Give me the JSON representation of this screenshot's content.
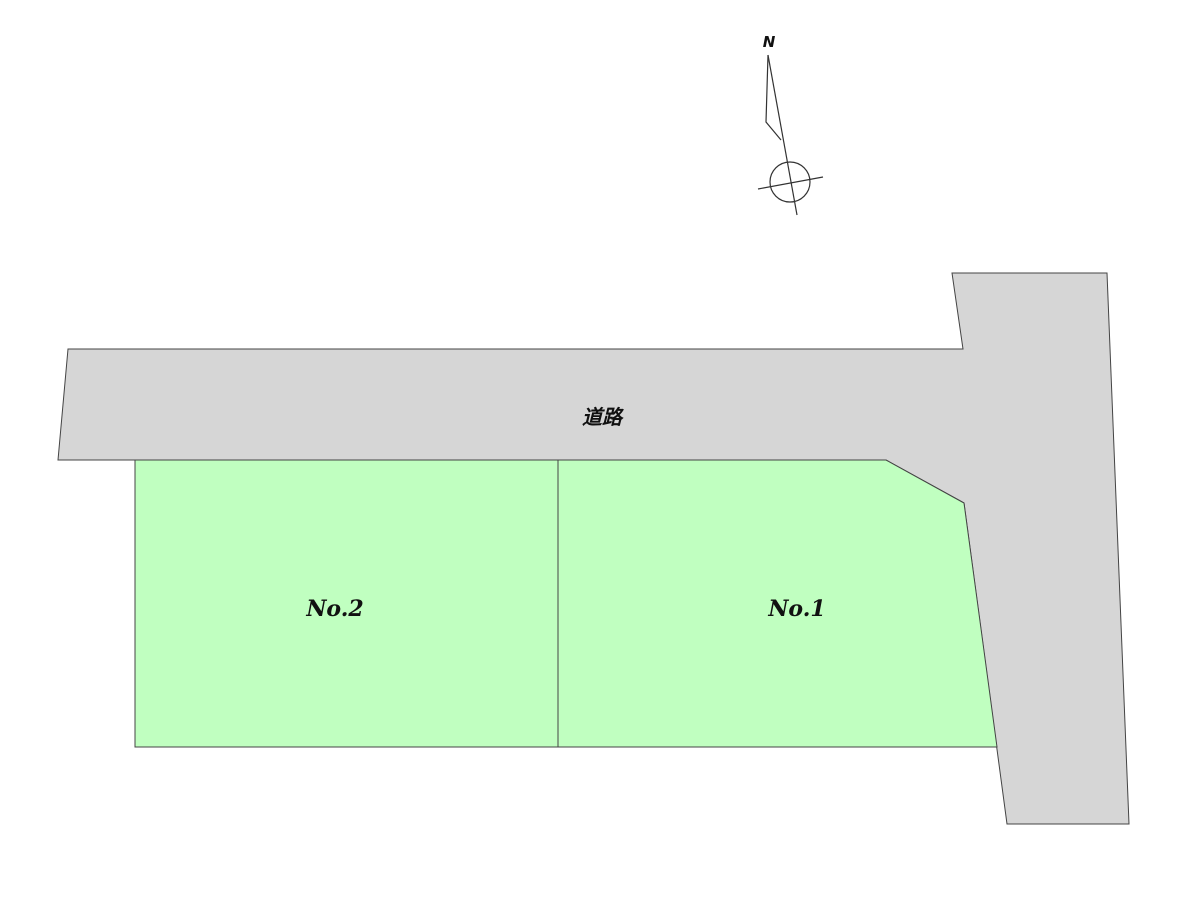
{
  "compass": {
    "north_label": "N"
  },
  "road": {
    "label": "道路",
    "color": "#d6d6d6"
  },
  "lots": [
    {
      "label": "No.1",
      "color": "#c0ffc0"
    },
    {
      "label": "No.2",
      "color": "#c0ffc0"
    }
  ],
  "line_color": "#444444"
}
